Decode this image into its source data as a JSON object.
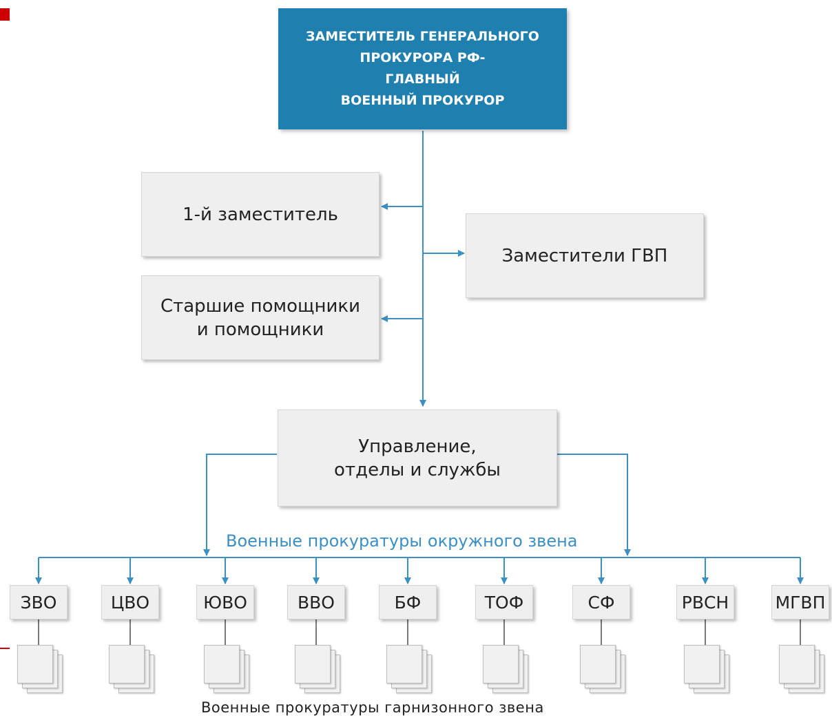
{
  "head": {
    "lines": [
      "ЗАМЕСТИТЕЛЬ ГЕНЕРАЛЬНОГО",
      "ПРОКУРОРА РФ-",
      "ГЛАВНЫЙ",
      "ВОЕННЫЙ ПРОКУРОР"
    ]
  },
  "deputies": {
    "first": "1-й заместитель",
    "gvp": "Заместители ГВП",
    "assistants": [
      "Старшие помощники",
      "и помощники"
    ]
  },
  "directorate": [
    "Управление,",
    "отделы и службы"
  ],
  "district_label": "Военные прокуратуры окружного звена",
  "garrison_label": "Военные прокуратуры гарнизонного звена",
  "units": [
    "ЗВО",
    "ЦВО",
    "ЮВО",
    "ВВО",
    "БФ",
    "ТОФ",
    "СФ",
    "РВСН",
    "МГВП"
  ],
  "colors": {
    "head_bg": "#1f7fae",
    "line": "#3b8fc2",
    "box_bg": "#efefef",
    "accent": "#cc0000"
  }
}
